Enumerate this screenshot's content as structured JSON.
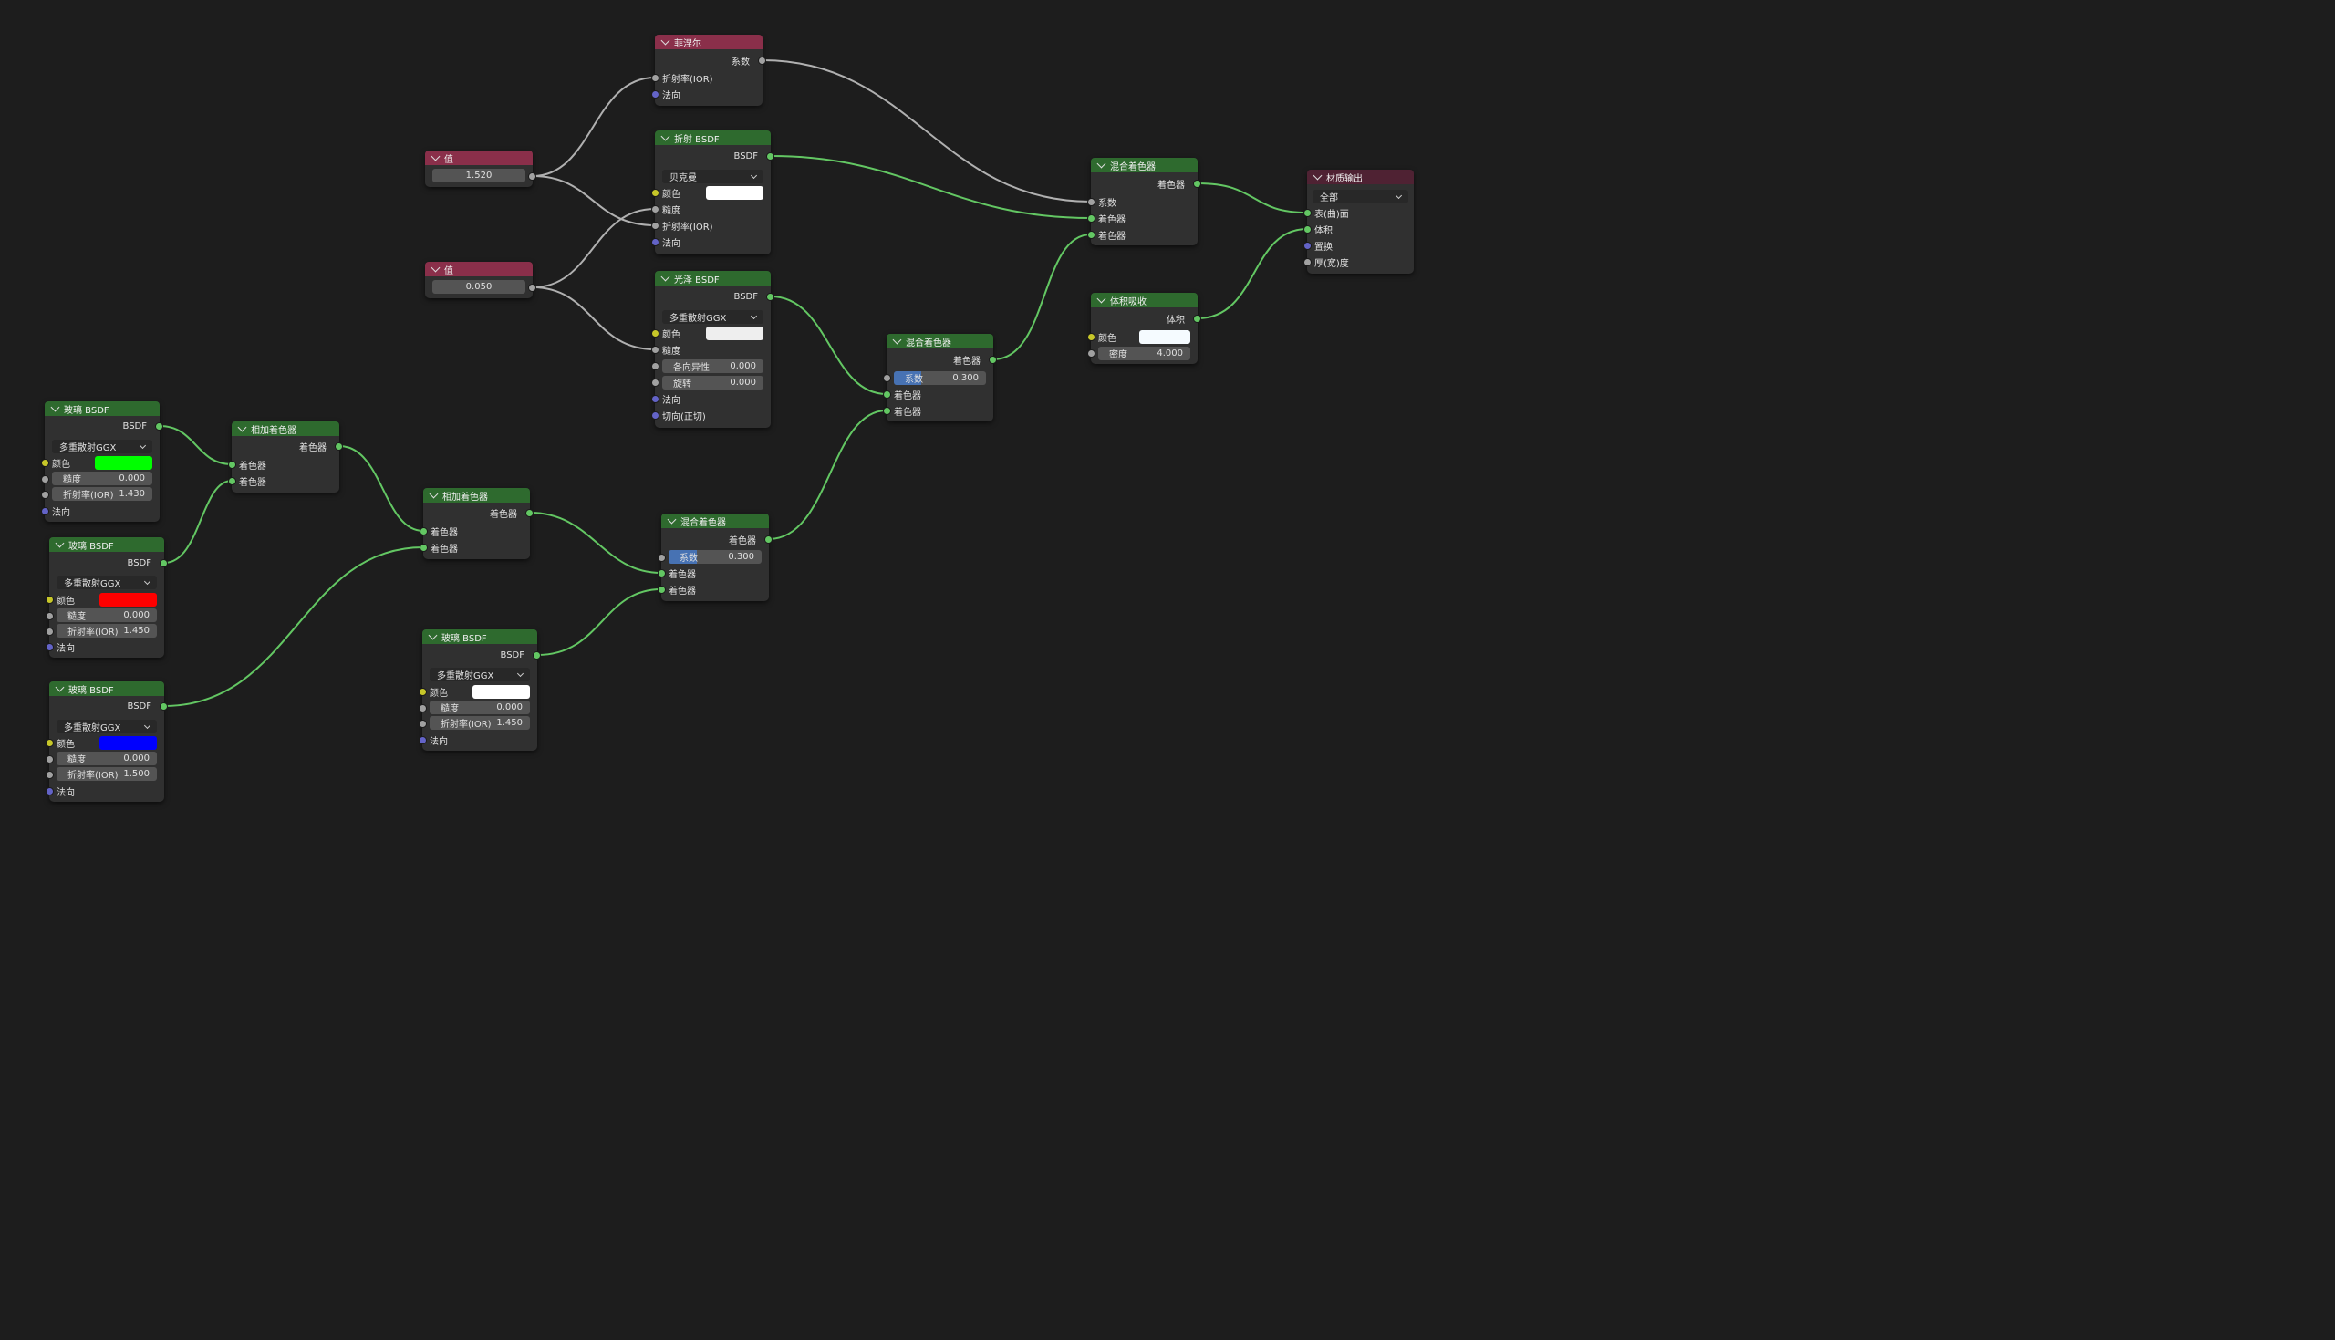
{
  "nodes": {
    "fresnel": {
      "title": "菲涅尔",
      "out": "系数",
      "in1": "折射率(IOR)",
      "in2": "法向"
    },
    "value1": {
      "title": "值",
      "value": "1.520"
    },
    "value2": {
      "title": "值",
      "value": "0.050"
    },
    "refraction": {
      "title": "折射 BSDF",
      "out": "BSDF",
      "dist": "贝克曼",
      "color": "颜色",
      "rough": "糙度",
      "ior": "折射率(IOR)",
      "normal": "法向",
      "color_hex": "#ffffff"
    },
    "glossy": {
      "title": "光泽 BSDF",
      "out": "BSDF",
      "dist": "多重散射GGX",
      "color": "颜色",
      "rough": "糙度",
      "aniso_label": "各向异性",
      "aniso_value": "0.000",
      "rot_label": "旋转",
      "rot_value": "0.000",
      "normal": "法向",
      "tangent": "切向(正切)",
      "color_hex": "#eeeeee"
    },
    "mix_top": {
      "title": "混合着色器",
      "out": "着色器",
      "fac": "系数",
      "s1": "着色器",
      "s2": "着色器"
    },
    "output": {
      "title": "材质输出",
      "target": "全部",
      "surface": "表(曲)面",
      "volume": "体积",
      "disp": "置换",
      "thick": "厚(宽)度"
    },
    "vol_abs": {
      "title": "体积吸收",
      "out": "体积",
      "color": "颜色",
      "density_label": "密度",
      "density_value": "4.000",
      "color_hex": "#f5fbff"
    },
    "mix_mid": {
      "title": "混合着色器",
      "out": "着色器",
      "fac_label": "系数",
      "fac_value": "0.300",
      "s1": "着色器",
      "s2": "着色器"
    },
    "glass1": {
      "title": "玻璃 BSDF",
      "out": "BSDF",
      "dist": "多重散射GGX",
      "color": "颜色",
      "rough_label": "糙度",
      "rough_value": "0.000",
      "ior_label": "折射率(IOR)",
      "ior_value": "1.430",
      "normal": "法向",
      "color_hex": "#00ff00"
    },
    "add1": {
      "title": "相加着色器",
      "out": "着色器",
      "s1": "着色器",
      "s2": "着色器"
    },
    "glass2": {
      "title": "玻璃 BSDF",
      "out": "BSDF",
      "dist": "多重散射GGX",
      "color": "颜色",
      "rough_label": "糙度",
      "rough_value": "0.000",
      "ior_label": "折射率(IOR)",
      "ior_value": "1.450",
      "normal": "法向",
      "color_hex": "#ff0000"
    },
    "add2": {
      "title": "相加着色器",
      "out": "着色器",
      "s1": "着色器",
      "s2": "着色器"
    },
    "mix_low": {
      "title": "混合着色器",
      "out": "着色器",
      "fac_label": "系数",
      "fac_value": "0.300",
      "s1": "着色器",
      "s2": "着色器"
    },
    "glass3": {
      "title": "玻璃 BSDF",
      "out": "BSDF",
      "dist": "多重散射GGX",
      "color": "颜色",
      "rough_label": "糙度",
      "rough_value": "0.000",
      "ior_label": "折射率(IOR)",
      "ior_value": "1.500",
      "normal": "法向",
      "color_hex": "#0000ff"
    },
    "glass4": {
      "title": "玻璃 BSDF",
      "out": "BSDF",
      "dist": "多重散射GGX",
      "color": "颜色",
      "rough_label": "糙度",
      "rough_value": "0.000",
      "ior_label": "折射率(IOR)",
      "ior_value": "1.450",
      "normal": "法向",
      "color_hex": "#ffffff"
    }
  },
  "colors": {
    "link_green": "#63c763",
    "link_grey": "#b0b0b0",
    "header_shader": "#2e6a2e",
    "header_input": "#8a2f4a",
    "header_output": "#4f2233"
  }
}
